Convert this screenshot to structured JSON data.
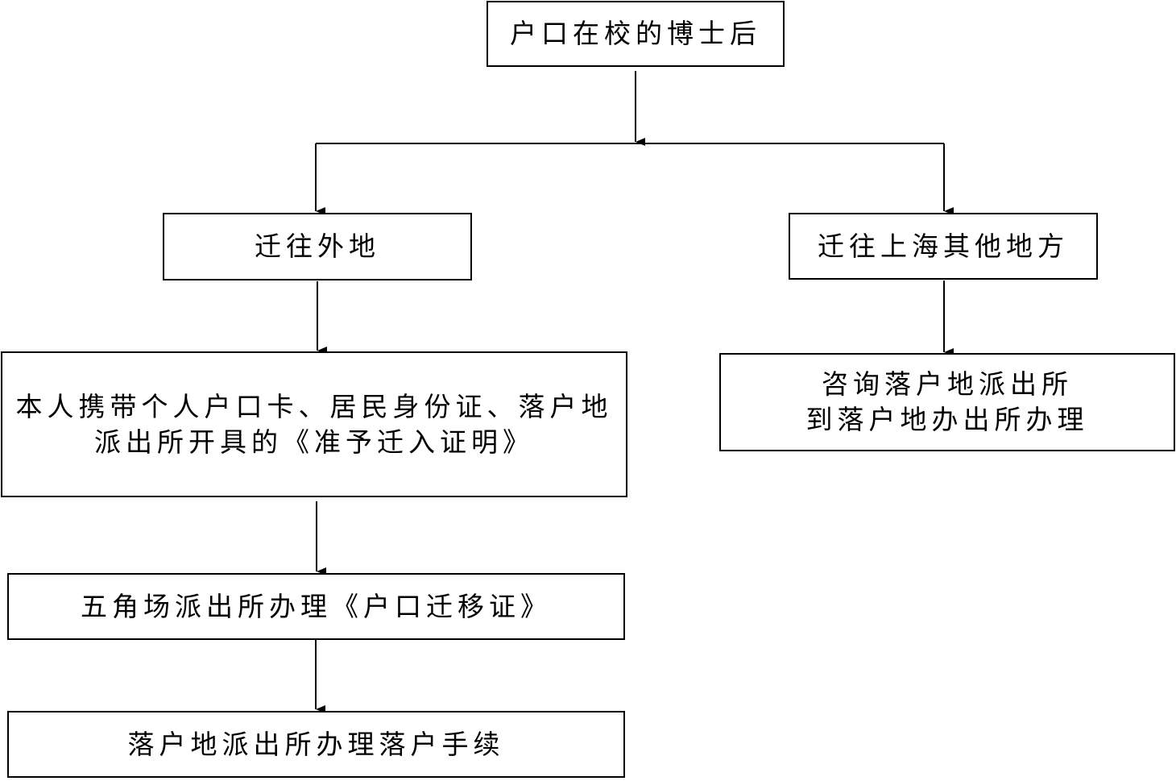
{
  "flowchart": {
    "start": {
      "text": "户口在校的博士后"
    },
    "branch_left": {
      "text": "迁往外地"
    },
    "branch_right": {
      "text": "迁往上海其他地方"
    },
    "left_step1": {
      "lines": [
        "本人携带个人户口卡、居民身份证、落户地",
        "派出所开具的《准予迁入证明》"
      ]
    },
    "left_step2": {
      "text": "五角场派出所办理《户口迁移证》"
    },
    "left_step3": {
      "text": "落户地派出所办理落户手续"
    },
    "right_step1": {
      "lines": [
        "咨询落户地派出所",
        "到落户地办出所办理"
      ]
    }
  },
  "colors": {
    "line": "#000000",
    "box_border": "#000000",
    "background": "#ffffff"
  }
}
